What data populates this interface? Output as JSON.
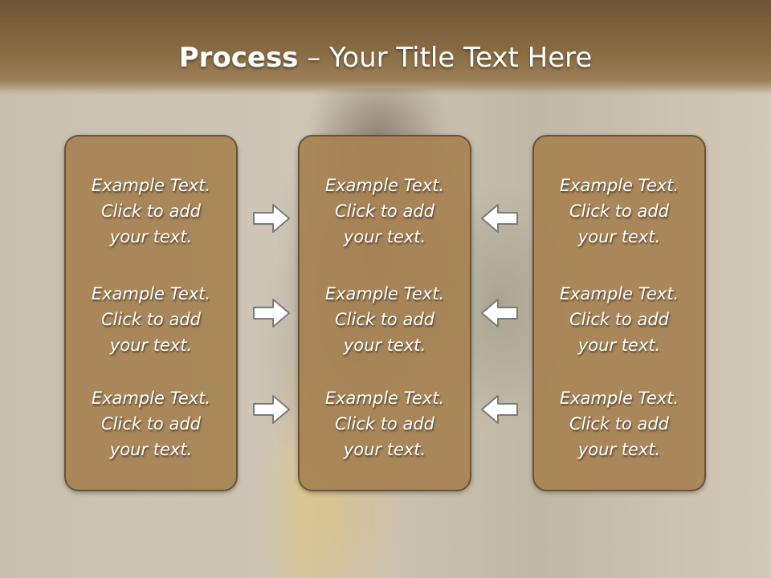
{
  "slide": {
    "title_bold": "Process",
    "title_rest": " – Your Title Text Here"
  },
  "columns": [
    {
      "items": [
        "Example Text.\nClick  to add\nyour text.",
        "Example Text.\nClick  to add\nyour text.",
        "Example Text.\nClick  to add\nyour text."
      ]
    },
    {
      "items": [
        "Example Text.\nClick  to add\nyour text.",
        "Example Text.\nClick  to add\nyour text.",
        "Example Text.\nClick  to add\nyour text."
      ]
    },
    {
      "items": [
        "Example Text.\nClick  to add\nyour text.",
        "Example Text.\nClick  to add\nyour text.",
        "Example Text.\nClick  to add\nyour text."
      ]
    }
  ],
  "arrows": {
    "left_column": [
      "arrow-right-icon",
      "arrow-right-icon",
      "arrow-right-icon"
    ],
    "right_column": [
      "arrow-left-icon",
      "arrow-left-icon",
      "arrow-left-icon"
    ]
  },
  "colors": {
    "title_band": "#8a6c43",
    "box_fill": "#a68252",
    "box_border": "#6b5236",
    "text": "#ffffff"
  }
}
